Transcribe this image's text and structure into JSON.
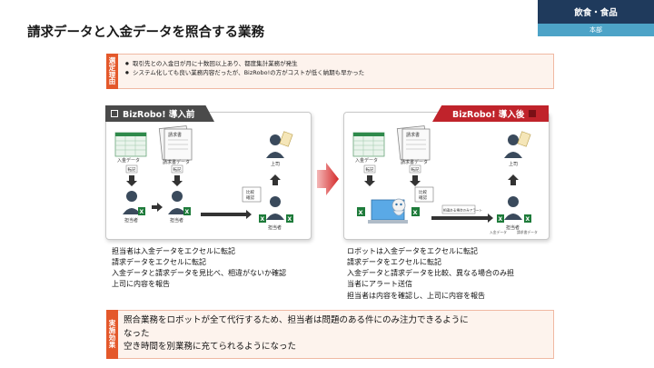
{
  "header": {
    "title": "請求データと入金データを照合する業務",
    "industry": "飲食・食品",
    "department": "本部"
  },
  "reason": {
    "label": [
      "選",
      "定",
      "理",
      "由"
    ],
    "items": [
      "取引先との入金日が月に十数回以上あり、都度集計業務が発生",
      "システム化しても良い業務内容だったが、BizRobo!の方がコストが低く納期も早かった"
    ]
  },
  "before": {
    "tag": "BizRobo! 導入前",
    "labels": {
      "nyukin": "入金データ",
      "seikyusho": "請求書データ",
      "seikyusho_doc": "請求書",
      "tenki1": "転記",
      "tenki2": "転記",
      "hikaku": "比較",
      "kakunin": "確認",
      "tanto1": "担当者",
      "tanto2": "担当者",
      "tanto3": "担当者",
      "joshi": "上司"
    },
    "desc": [
      "担当者は入金データをエクセルに転記",
      "請求データをエクセルに転記",
      "入金データと請求データを見比べ、相違がないか確認",
      "上司に内容を報告"
    ]
  },
  "after": {
    "tag": "BizRobo! 導入後",
    "labels": {
      "nyukin": "入金データ",
      "seikyusho": "請求書データ",
      "seikyusho_doc": "請求書",
      "tenki1": "転記",
      "tenki2": "転記",
      "hikaku": "比較",
      "kakunin": "確認",
      "alert": "相違ある場合のみアラート",
      "tanto": "担当者",
      "joshi": "上司",
      "nyukin_small": "入金データ",
      "seikyu_small": "請求書データ"
    },
    "desc": [
      "ロボットは入金データをエクセルに転記",
      "請求データをエクセルに転記",
      "入金データと請求データを比較、異なる場合のみ担",
      "当者にアラート送信",
      "担当者は内容を確認し、上司に内容を報告"
    ]
  },
  "effect": {
    "label": [
      "実",
      "施",
      "効",
      "果"
    ],
    "lines": [
      "照合業務をロボットが全て代行するため、担当者は問題のある件にのみ注力できるように",
      "なった",
      "空き時間を別業務に充てられるようになった"
    ]
  },
  "colors": {
    "navy": "#1f3a5c",
    "teal": "#4da3c7",
    "orange": "#e4582a",
    "red": "#c0232b",
    "excel_green": "#1e7b3a"
  }
}
